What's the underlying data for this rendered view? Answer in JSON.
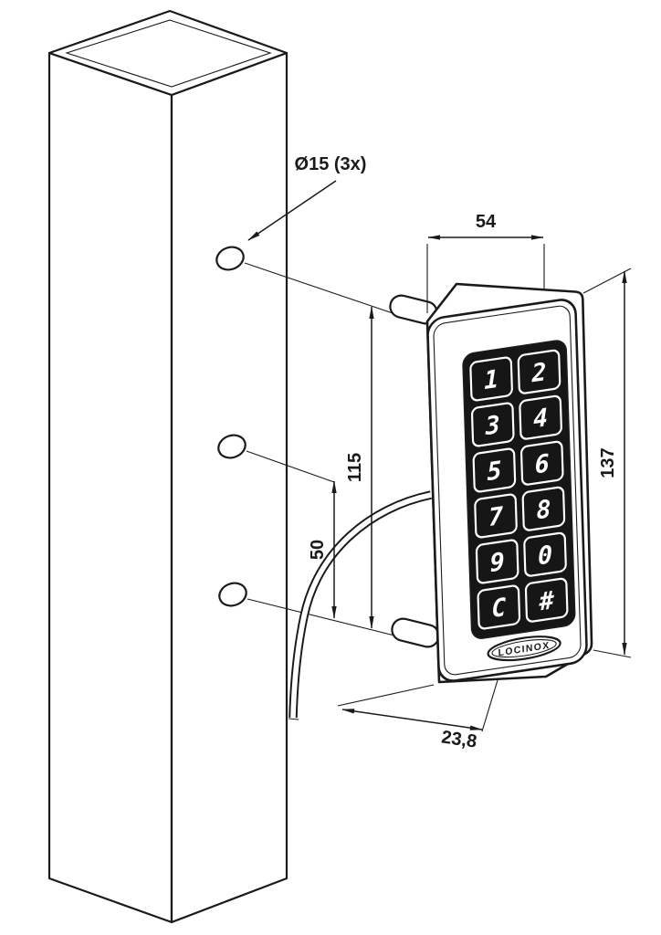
{
  "annotations": {
    "hole_callout": "Ø15 (3x)",
    "dim_width": "54",
    "dim_hole_span": "115",
    "dim_hole_gap": "50",
    "dim_height": "137",
    "dim_depth": "23,8"
  },
  "keypad": {
    "brand": "LOCINOX",
    "keys": [
      "1",
      "2",
      "3",
      "4",
      "5",
      "6",
      "7",
      "8",
      "9",
      "0",
      "C",
      "#"
    ]
  },
  "colors": {
    "line": "#1a1a1a",
    "panel": "#161616",
    "background": "#ffffff"
  }
}
